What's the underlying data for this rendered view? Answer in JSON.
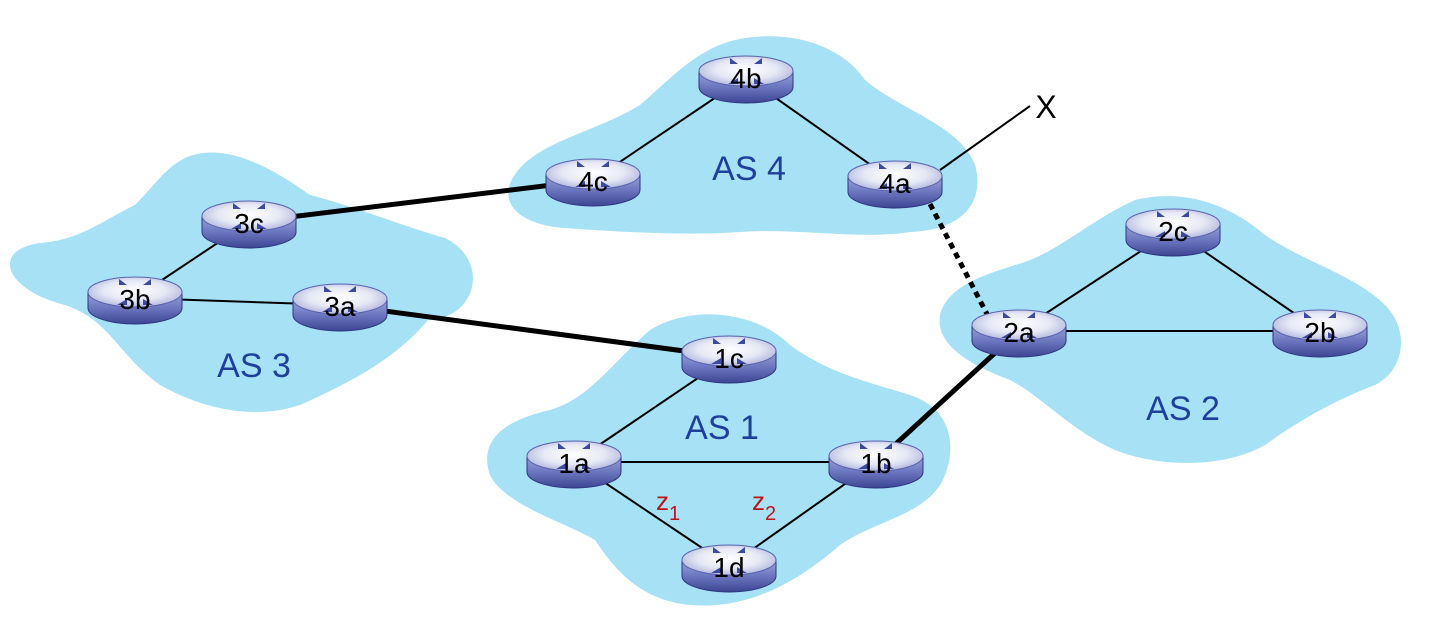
{
  "diagram": {
    "autonomous_systems": [
      {
        "id": "as1",
        "label": "AS 1"
      },
      {
        "id": "as2",
        "label": "AS 2"
      },
      {
        "id": "as3",
        "label": "AS 3"
      },
      {
        "id": "as4",
        "label": "AS 4"
      }
    ],
    "routers": [
      {
        "id": "1a",
        "label": "1a",
        "as": "AS 1"
      },
      {
        "id": "1b",
        "label": "1b",
        "as": "AS 1"
      },
      {
        "id": "1c",
        "label": "1c",
        "as": "AS 1"
      },
      {
        "id": "1d",
        "label": "1d",
        "as": "AS 1"
      },
      {
        "id": "2a",
        "label": "2a",
        "as": "AS 2"
      },
      {
        "id": "2b",
        "label": "2b",
        "as": "AS 2"
      },
      {
        "id": "2c",
        "label": "2c",
        "as": "AS 2"
      },
      {
        "id": "3a",
        "label": "3a",
        "as": "AS 3"
      },
      {
        "id": "3b",
        "label": "3b",
        "as": "AS 3"
      },
      {
        "id": "3c",
        "label": "3c",
        "as": "AS 3"
      },
      {
        "id": "4a",
        "label": "4a",
        "as": "AS 4"
      },
      {
        "id": "4b",
        "label": "4b",
        "as": "AS 4"
      },
      {
        "id": "4c",
        "label": "4c",
        "as": "AS 4"
      }
    ],
    "links": [
      {
        "from": "1a",
        "to": "1b",
        "kind": "intra"
      },
      {
        "from": "1a",
        "to": "1c",
        "kind": "intra"
      },
      {
        "from": "1a",
        "to": "1d",
        "kind": "intra",
        "weight": "z1"
      },
      {
        "from": "1b",
        "to": "1d",
        "kind": "intra",
        "weight": "z2"
      },
      {
        "from": "2a",
        "to": "2b",
        "kind": "intra"
      },
      {
        "from": "2a",
        "to": "2c",
        "kind": "intra"
      },
      {
        "from": "2c",
        "to": "2b",
        "kind": "intra"
      },
      {
        "from": "3a",
        "to": "3b",
        "kind": "intra"
      },
      {
        "from": "3b",
        "to": "3c",
        "kind": "intra"
      },
      {
        "from": "4a",
        "to": "4b",
        "kind": "intra"
      },
      {
        "from": "4b",
        "to": "4c",
        "kind": "intra"
      },
      {
        "from": "3a",
        "to": "1c",
        "kind": "inter"
      },
      {
        "from": "3c",
        "to": "4c",
        "kind": "inter"
      },
      {
        "from": "1b",
        "to": "2a",
        "kind": "inter"
      },
      {
        "from": "4a",
        "to": "2a",
        "kind": "inter-dotted"
      },
      {
        "from": "4a",
        "to": "x",
        "kind": "external"
      }
    ],
    "external_destination": {
      "label": "X"
    },
    "link_weights": [
      {
        "id": "z1",
        "base": "z",
        "sub": "1"
      },
      {
        "id": "z2",
        "base": "z",
        "sub": "2"
      }
    ],
    "colors": {
      "cloud": "#a6e1f5",
      "as_label": "#1f3f9c",
      "weight_label": "#c0141c",
      "router_body": "#7c86cc",
      "router_top": "#c6cbe9"
    }
  }
}
